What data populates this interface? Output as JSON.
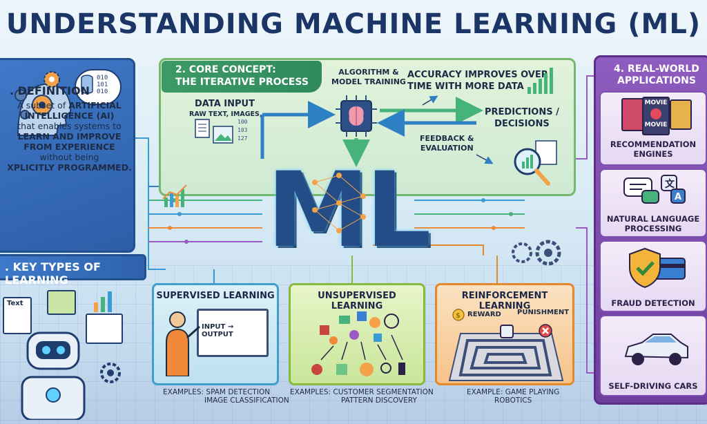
{
  "title": "UNDERSTANDING MACHINE LEARNING (ML)",
  "definition": {
    "heading": ". DEFINITION",
    "line1": "A subset of ",
    "line1b": "ARTIFICIAL",
    "line2": "INTELLIGENCE (AI)",
    "line3": "that enables systems to",
    "line4": "LEARN AND IMPROVE",
    "line5": "FROM EXPERIENCE",
    "line6": "without being",
    "line7": "XPLICITLY PROGRAMMED."
  },
  "types_heading": ". KEY TYPES OF LEARNING",
  "types_icon_text": "Text",
  "core": {
    "tab_line1": "2. CORE CONCEPT:",
    "tab_line2": "THE ITERATIVE PROCESS",
    "algo_line1": "ALGORITHM &",
    "algo_line2": "MODEL TRAINING",
    "accuracy_line1": "ACCURACY IMPROVES OVER",
    "accuracy_line2": "TIME WITH MORE DATA",
    "data_input": "DATA INPUT",
    "data_input_sub": "RAW TEXT, IMAGES,",
    "predictions_line1": "PREDICTIONS /",
    "predictions_line2": "DECISIONS",
    "feedback_line1": "FEEDBACK &",
    "feedback_line2": "EVALUATION",
    "num1": "100",
    "num2": "103",
    "num3": "127",
    "binary": "010\n101\n010"
  },
  "ml_logo": "ML",
  "learning_types": {
    "supervised": {
      "title": "SUPERVISED LEARNING",
      "board": "INPUT → OUTPUT",
      "ex1": "EXAMPLES: SPAM DETECTION",
      "ex2": "IMAGE CLASSIFICATION"
    },
    "unsupervised": {
      "title": "UNSUPERVISED LEARNING",
      "ex1": "EXAMPLES: CUSTOMER SEGMENTATION",
      "ex2": "PATTERN DISCOVERY"
    },
    "reinforcement": {
      "title": "REINFORCEMENT LEARNING",
      "reward": "REWARD",
      "punishment": "PUNISHMENT",
      "ex1": "EXAMPLE: GAME PLAYING",
      "ex2": "ROBOTICS"
    }
  },
  "applications": {
    "heading_line1": "4. REAL-WORLD",
    "heading_line2": "APPLICATIONS",
    "movie1": "MOVIE",
    "movie2": "MOVIE",
    "items": [
      {
        "line1": "RECOMMENDATION",
        "line2": "ENGINES"
      },
      {
        "line1": "NATURAL LANGUAGE",
        "line2": "PROCESSING"
      },
      {
        "line1": "FRAUD DETECTION",
        "line2": ""
      },
      {
        "line1": "SELF-DRIVING CARS",
        "line2": ""
      }
    ]
  },
  "colors": {
    "title": "#1b3566",
    "definition_panel": "#3f79c8",
    "core_panel": "#74b86d",
    "applications_panel": "#8e5cbe",
    "supervised": "#3f9fc9",
    "unsupervised": "#88b93c",
    "reinforcement": "#e3882b"
  }
}
